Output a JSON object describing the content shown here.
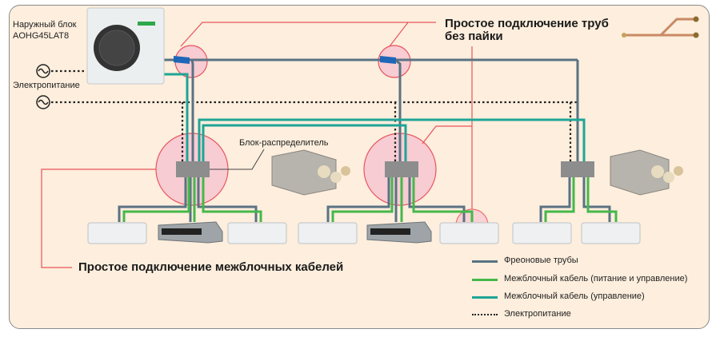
{
  "labels": {
    "outdoor_unit": "Наружный блок",
    "outdoor_model": "AOHG45LAT8",
    "power_supply": "Электропитание",
    "distributor": "Блок-распределитель",
    "pipe_connection_line1": "Простое подключение труб",
    "pipe_connection_line2": "без пайки",
    "cable_connection": "Простое подключение межблочных кабелей"
  },
  "legend": [
    {
      "label": "Фреоновые трубы",
      "color": "#5a7283",
      "style": "solid"
    },
    {
      "label": "Межблочный кабель (питание и управление)",
      "color": "#45b84a",
      "style": "solid"
    },
    {
      "label": "Межблочный кабель (управление)",
      "color": "#1fa596",
      "style": "solid"
    },
    {
      "label": "Электропитание",
      "color": "#222222",
      "style": "dotted"
    }
  ],
  "colors": {
    "background": "#fdeedd",
    "callout": "#e8545c",
    "highlight": "#f7ccd3",
    "distributor": "#8d8d8d"
  }
}
